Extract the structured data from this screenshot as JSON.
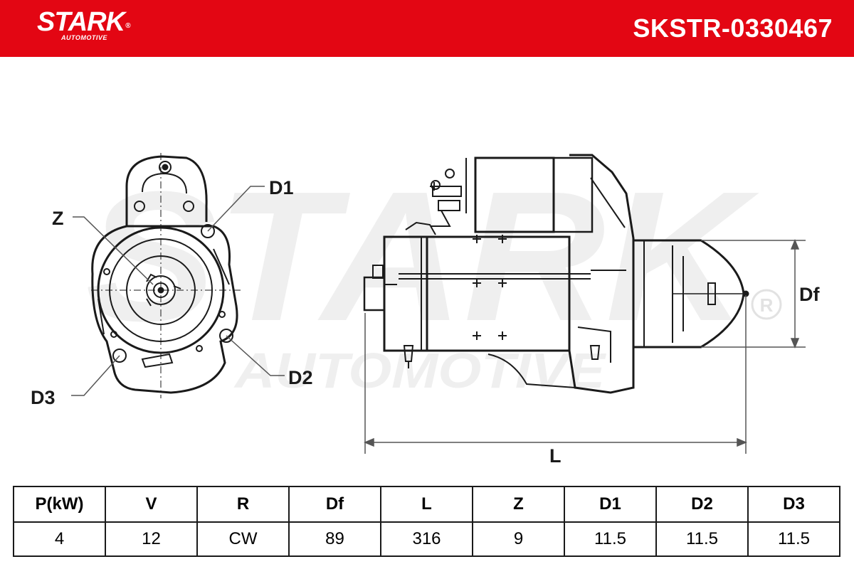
{
  "header": {
    "brand_name": "STARK",
    "brand_tagline": "AUTOMOTIVE",
    "brand_registered": "®",
    "part_number": "SKSTR-0330467",
    "background_color": "#e30613"
  },
  "drawing": {
    "watermark_main": "STARK",
    "watermark_sub": "AUTOMOTIVE",
    "watermark_reg": "®",
    "labels": {
      "d1": "D1",
      "z": "Z",
      "d2": "D2",
      "d3": "D3",
      "df": "Df",
      "l": "L"
    }
  },
  "specs": {
    "headers": [
      "P(kW)",
      "V",
      "R",
      "Df",
      "L",
      "Z",
      "D1",
      "D2",
      "D3"
    ],
    "values": [
      "4",
      "12",
      "CW",
      "89",
      "316",
      "9",
      "11.5",
      "11.5",
      "11.5"
    ]
  }
}
